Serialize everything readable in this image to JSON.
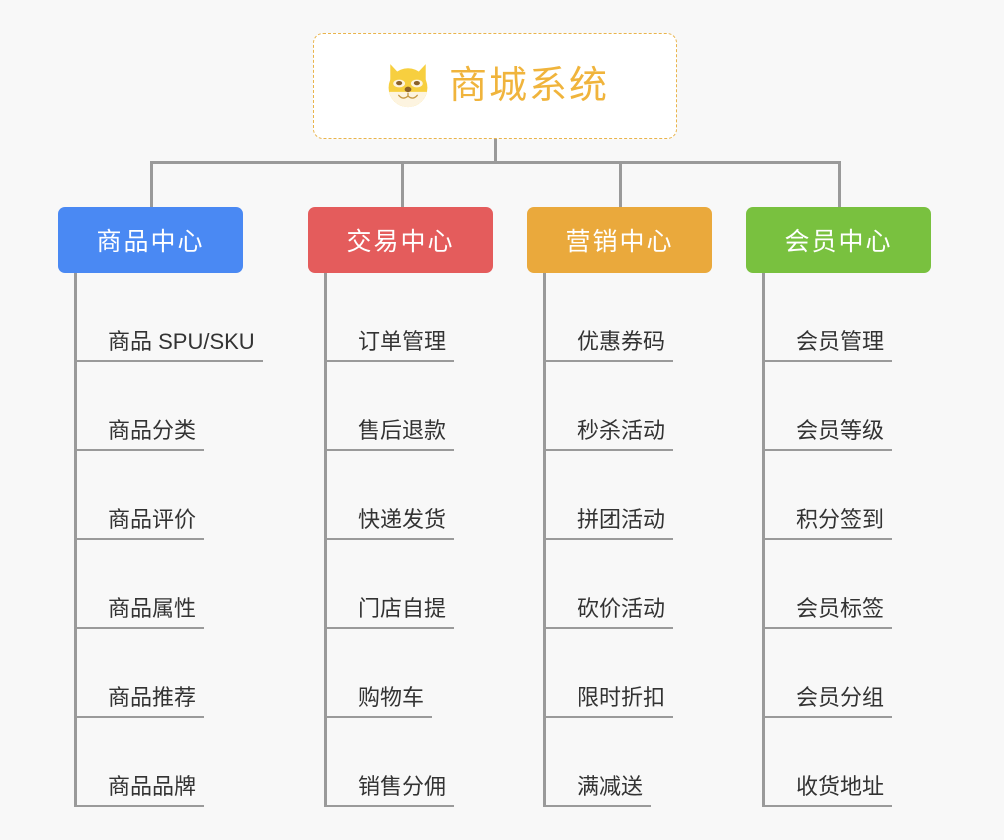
{
  "root": {
    "title": "商城系统",
    "icon": "shiba-dog-icon",
    "accent_color": "#f0b43c",
    "border_color": "#e9b44c",
    "background": "#ffffff"
  },
  "canvas": {
    "background": "#f8f8f8",
    "connector_color": "#9a9a9a"
  },
  "categories": [
    {
      "label": "商品中心",
      "color": "#4a89f3",
      "items": [
        "商品 SPU/SKU",
        "商品分类",
        "商品评价",
        "商品属性",
        "商品推荐",
        "商品品牌"
      ]
    },
    {
      "label": "交易中心",
      "color": "#e45c5c",
      "items": [
        "订单管理",
        "售后退款",
        "快递发货",
        "门店自提",
        "购物车",
        "销售分佣"
      ]
    },
    {
      "label": "营销中心",
      "color": "#eaa93c",
      "items": [
        "优惠券码",
        "秒杀活动",
        "拼团活动",
        "砍价活动",
        "限时折扣",
        "满减送"
      ]
    },
    {
      "label": "会员中心",
      "color": "#79c13f",
      "items": [
        "会员管理",
        "会员等级",
        "积分签到",
        "会员标签",
        "会员分组",
        "收货地址"
      ]
    }
  ]
}
